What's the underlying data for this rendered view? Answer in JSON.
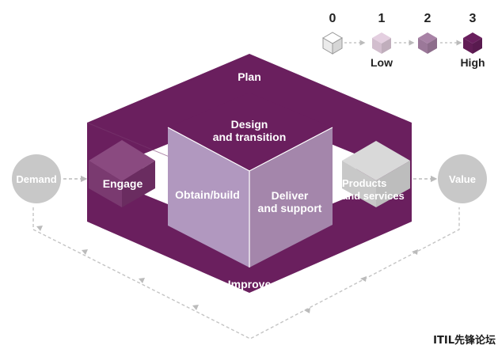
{
  "ring": {
    "top_label": "Plan",
    "bottom_label": "Improve"
  },
  "cubes": {
    "engage": "Engage",
    "design_line1": "Design",
    "design_line2": "and transition",
    "obtain": "Obtain/build",
    "deliver_line1": "Deliver",
    "deliver_line2": "and support",
    "products_line1": "Products",
    "products_line2": "and services"
  },
  "circles": {
    "left": "Demand",
    "right": "Value"
  },
  "legend": {
    "levels": [
      {
        "num": "0",
        "label": "",
        "color": "#ffffff"
      },
      {
        "num": "1",
        "label": "Low",
        "color": "#e4cfe0"
      },
      {
        "num": "2",
        "label": "",
        "color": "#a882a6"
      },
      {
        "num": "3",
        "label": "High",
        "color": "#6a1f5e"
      }
    ]
  },
  "watermark": "ITIL先锋论坛",
  "colors": {
    "dark_purple": "#6a1f5e",
    "medium_purple": "#7d3a73",
    "light_purple": "#b198bf",
    "gray_circle": "#c8c8c8",
    "gray_cube": "#cccccc"
  }
}
